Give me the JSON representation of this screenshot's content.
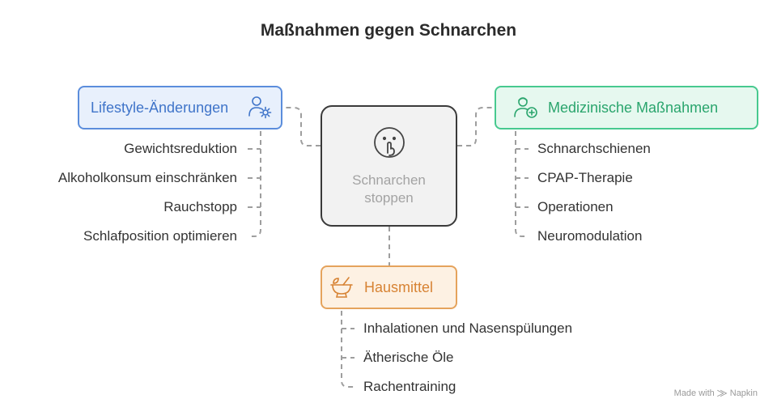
{
  "title": "Maßnahmen gegen Schnarchen",
  "center": {
    "line1": "Schnarchen",
    "line2": "stoppen",
    "icon": "shush-face-icon"
  },
  "branches": {
    "lifestyle": {
      "label": "Lifestyle-Änderungen",
      "icon": "person-gear-icon",
      "color": "#5b8ddc",
      "items": [
        "Gewichtsreduktion",
        "Alkoholkonsum einschränken",
        "Rauchstopp",
        "Schlafposition optimieren"
      ]
    },
    "medical": {
      "label": "Medizinische Maßnahmen",
      "icon": "doctor-plus-icon",
      "color": "#47c98f",
      "items": [
        "Schnarchschienen",
        "CPAP-Therapie",
        "Operationen",
        "Neuromodulation"
      ]
    },
    "home": {
      "label": "Hausmittel",
      "icon": "mortar-pestle-icon",
      "color": "#e5a35c",
      "items": [
        "Inhalationen und Nasenspülungen",
        "Ätherische Öle",
        "Rachentraining"
      ]
    }
  },
  "footer": "Made with ⨠ Napkin"
}
